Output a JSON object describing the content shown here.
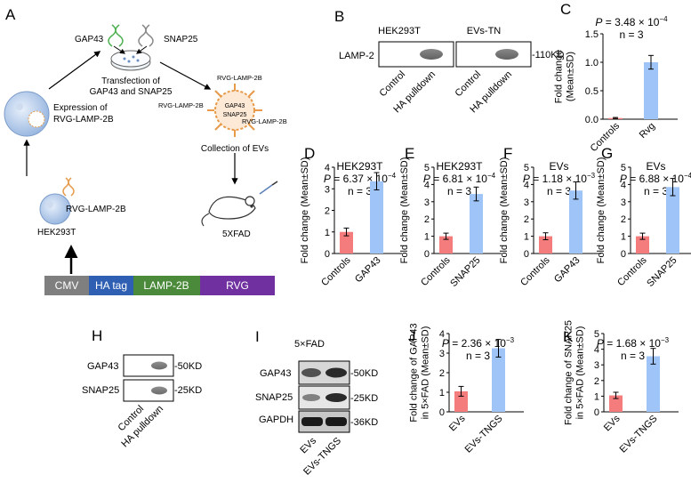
{
  "panel_letters": [
    "A",
    "B",
    "C",
    "D",
    "E",
    "F",
    "G",
    "H",
    "I",
    "J",
    "K"
  ],
  "panelA": {
    "gene1": "GAP43",
    "gene2": "SNAP25",
    "step_transfection": [
      "Transfection of",
      "GAP43 and SNAP25"
    ],
    "step_expression": [
      "Expression of",
      "RVG-LAMP-2B"
    ],
    "step_collection": "Collection of EVs",
    "ev_labels": [
      "RVG-LAMP-2B",
      "RVG-LAMP-2B",
      "RVG-LAMP-2B"
    ],
    "ev_cargo": [
      "GAP43",
      "SNAP25"
    ],
    "plasmid_label": "RVG-LAMP-2B",
    "cell_label": "HEK293T",
    "mouse_label": "5XFAD",
    "construct": [
      "CMV",
      "HA tag",
      "LAMP-2B",
      "RVG"
    ],
    "construct_colors": [
      "#7f7f7f",
      "#2f5fb3",
      "#4a8a3a",
      "#7030a0"
    ]
  },
  "panelB": {
    "headers": [
      "HEK293T",
      "EVs-TN"
    ],
    "row_label": "LAMP-2",
    "size": "-110KD",
    "lanes": [
      "Control",
      "HA pulldown",
      "Control",
      "HA pulldown"
    ]
  },
  "panelH": {
    "rows": [
      "GAP43",
      "SNAP25"
    ],
    "sizes": [
      "-50KD",
      "-25KD"
    ],
    "lanes": [
      "Control",
      "HA pulldown"
    ]
  },
  "panelI": {
    "header": "5×FAD",
    "rows": [
      "GAP43",
      "SNAP25",
      "GAPDH"
    ],
    "sizes": [
      "-50KD",
      "-25KD",
      "-36KD"
    ],
    "lanes": [
      "EVs",
      "EVs-TNGS"
    ]
  },
  "colors": {
    "control": "#f47c7c",
    "treated": "#9fc5f8"
  },
  "chart_data": [
    {
      "panel": "C",
      "type": "bar",
      "subtitle": "",
      "p_label": "P = 3.48 × 10",
      "p_exp": "−4",
      "n": "n = 3",
      "ylabel": [
        "Fold change",
        "(Mean±SD)"
      ],
      "categories": [
        "Controls",
        "Rvg"
      ],
      "values": [
        0.02,
        1.0
      ],
      "errors": [
        0.01,
        0.12
      ],
      "ylim": [
        0,
        1.5
      ],
      "yticks": [
        0.0,
        0.5,
        1.0,
        1.5
      ]
    },
    {
      "panel": "D",
      "type": "bar",
      "subtitle": "HEK293T",
      "p_label": "P = 6.37 × 10",
      "p_exp": "−4",
      "n": "n = 3",
      "ylabel": [
        "Fold change (Mean±SD)"
      ],
      "categories": [
        "Controls",
        "GAP43"
      ],
      "values": [
        1.0,
        3.35
      ],
      "errors": [
        0.18,
        0.4
      ],
      "ylim": [
        0,
        4
      ],
      "yticks": [
        0,
        1,
        2,
        3,
        4
      ]
    },
    {
      "panel": "E",
      "type": "bar",
      "subtitle": "HEK293T",
      "p_label": "P = 6.81 × 10",
      "p_exp": "−4",
      "n": "n = 3",
      "ylabel": [
        "Fold change (Mean±SD)"
      ],
      "categories": [
        "Controls",
        "SNAP25"
      ],
      "values": [
        1.0,
        3.45
      ],
      "errors": [
        0.18,
        0.4
      ],
      "ylim": [
        0,
        5
      ],
      "yticks": [
        0,
        1,
        2,
        3,
        4,
        5
      ]
    },
    {
      "panel": "F",
      "type": "bar",
      "subtitle": "EVs",
      "p_label": "P = 1.18 × 10",
      "p_exp": "−3",
      "n": "n = 3",
      "ylabel": [
        "Fold change (Mean±SD)"
      ],
      "categories": [
        "Controls",
        "GAP43"
      ],
      "values": [
        1.0,
        3.65
      ],
      "errors": [
        0.2,
        0.5
      ],
      "ylim": [
        0,
        5
      ],
      "yticks": [
        0,
        1,
        2,
        3,
        4,
        5
      ]
    },
    {
      "panel": "G",
      "type": "bar",
      "subtitle": "EVs",
      "p_label": "P = 6.88 × 10",
      "p_exp": "−4",
      "n": "n = 3",
      "ylabel": [
        "Fold change (Mean±SD)"
      ],
      "categories": [
        "Controls",
        "SNAP25"
      ],
      "values": [
        1.0,
        3.85
      ],
      "errors": [
        0.18,
        0.5
      ],
      "ylim": [
        0,
        5
      ],
      "yticks": [
        0,
        1,
        2,
        3,
        4,
        5
      ]
    },
    {
      "panel": "J",
      "type": "bar",
      "subtitle": "",
      "p_label": "P = 2.36 × 10",
      "p_exp": "−3",
      "n": "n = 3",
      "ylabel": [
        "Fold change of GAP43",
        "in 5×FAD (Mean±SD)"
      ],
      "categories": [
        "EVs",
        "EVs-TNGS"
      ],
      "values": [
        1.05,
        3.25
      ],
      "errors": [
        0.25,
        0.45
      ],
      "ylim": [
        0,
        4
      ],
      "yticks": [
        0,
        1,
        2,
        3,
        4
      ]
    },
    {
      "panel": "K",
      "type": "bar",
      "subtitle": "",
      "p_label": "P = 1.68 × 10",
      "p_exp": "−3",
      "n": "n = 3",
      "ylabel": [
        "Fold change of SNAP25",
        "in 5×FAD (Mean±SD)"
      ],
      "categories": [
        "EVs",
        "EVs-TNGS"
      ],
      "values": [
        1.05,
        3.55
      ],
      "errors": [
        0.2,
        0.5
      ],
      "ylim": [
        0,
        5
      ],
      "yticks": [
        0,
        1,
        2,
        3,
        4,
        5
      ]
    }
  ]
}
